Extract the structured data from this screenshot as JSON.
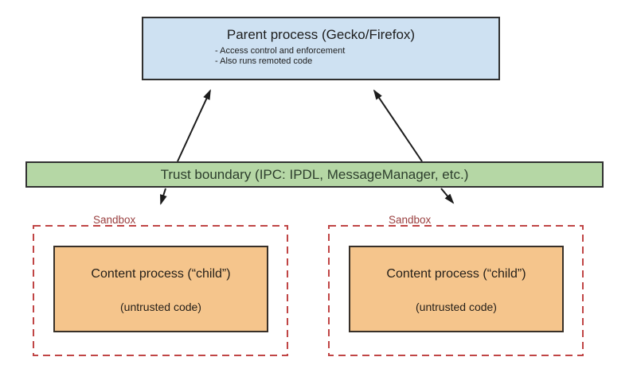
{
  "diagram": {
    "parent_process": {
      "title": "Parent process (Gecko/Firefox)",
      "bullets": [
        "- Access control and enforcement",
        "- Also runs remoted code"
      ]
    },
    "trust_boundary": {
      "label": "Trust boundary (IPC: IPDL, MessageManager, etc.)"
    },
    "sandboxes": [
      {
        "label": "Sandbox",
        "process_title": "Content process (“child”)",
        "process_subtitle": "(untrusted code)"
      },
      {
        "label": "Sandbox",
        "process_title": "Content process (“child”)",
        "process_subtitle": "(untrusted code)"
      }
    ],
    "colors": {
      "canvas_bg": "#ffffff",
      "parent_fill": "#cee1f2",
      "trust_fill": "#b5d7a5",
      "content_fill": "#f5c58c",
      "box_border": "#303030",
      "content_border": "#383028",
      "sandbox_border": "#c04545",
      "sandbox_label": "#9a4040",
      "trust_text": "#2d3e2d",
      "text_dark": "#1d1d1d",
      "content_text": "#241f19",
      "arrow": "#1c1c1c"
    }
  }
}
